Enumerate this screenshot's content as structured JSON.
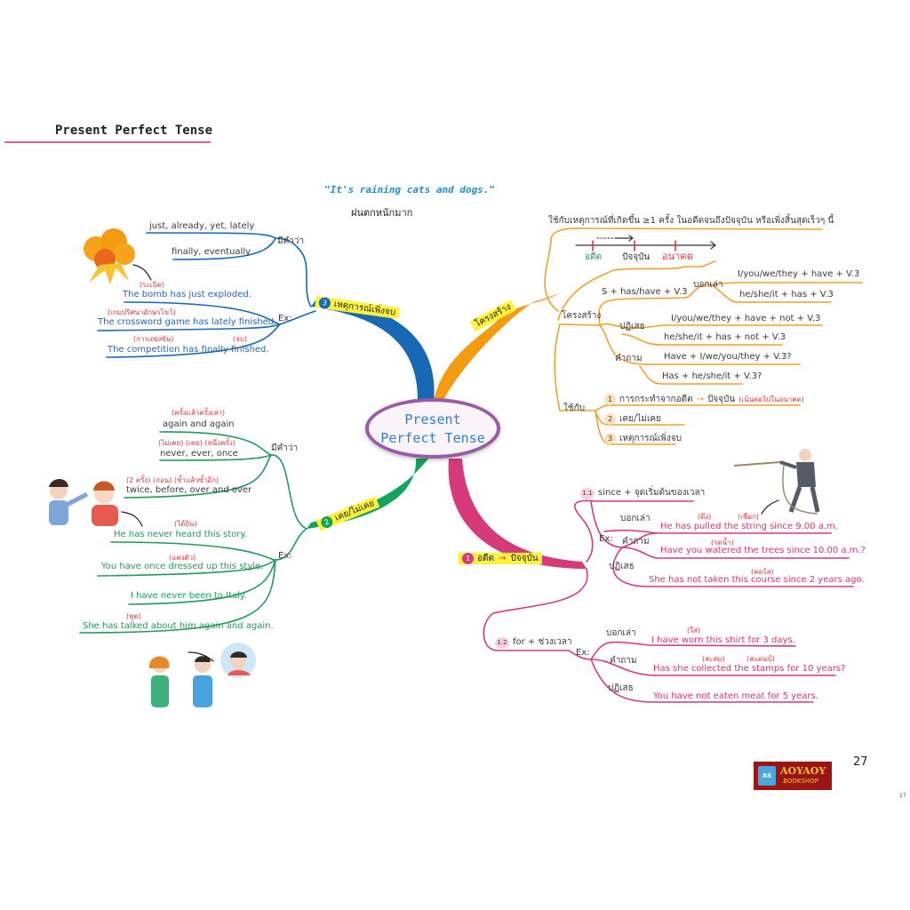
{
  "header": {
    "title": "Present Perfect Tense"
  },
  "quote": {
    "english": "\"It's raining cats and dogs.\"",
    "thai": "ฝนตกหนักมาก"
  },
  "center": {
    "line1": "Present",
    "line2": "Perfect Tense"
  },
  "colors": {
    "structure": "#f39c12",
    "recent": "#1768b5",
    "experience": "#15a35a",
    "past_to_present": "#d63a7a",
    "center_border": "#9b5aa8",
    "highlight": "#fff23a"
  },
  "structure": {
    "usage": "ใช้กับเหตุการณ์ที่เกิดขึ้น ≥1 ครั้ง ในอดีตจนถึงปัจจุบัน หรือเพิ่งสิ้นสุดเร็วๆ นี้",
    "timeline": {
      "past": "อดีต",
      "present": "ปัจจุบัน",
      "future": "อนาคต"
    },
    "label": "โครงสร้าง",
    "formula": "S + has/have + V.3",
    "affirmative": {
      "label": "บอกเล่า",
      "rows": [
        "I/you/we/they + have + V.3",
        "he/she/it + has + V.3"
      ]
    },
    "negative": {
      "label": "ปฏิเสธ",
      "rows": [
        "I/you/we/they + have + not + V.3",
        "he/she/it + has + not + V.3"
      ]
    },
    "question": {
      "label": "คำถาม",
      "rows": [
        "Have + I/we/you/they + V.3?",
        "Has + he/she/it + V.3?"
      ]
    },
    "uses": {
      "label": "ใช้กับ",
      "items": [
        {
          "num": "1",
          "text": "การกระทำจากอดีต",
          "arrow": "→",
          "target": "ปัจจุบัน",
          "note": "(เน้นต่อไปในอนาคต)"
        },
        {
          "num": "2",
          "text": "เคย/ไม่เคย"
        },
        {
          "num": "3",
          "text": "เหตุการณ์เพิ่งจบ"
        }
      ]
    },
    "branch_label": "โครงสร้าง"
  },
  "recent": {
    "num": "3",
    "label": "เหตุการณ์เพิ่งจบ",
    "keywords_label": "มีคำว่า",
    "keywords": [
      "just, already, yet, lately",
      "finally, eventually"
    ],
    "ex_label": "Ex:",
    "examples": [
      {
        "notes": [
          "(ระเบิด)"
        ],
        "text": "The bomb has just exploded."
      },
      {
        "notes": [
          "(เกมปริศนาอักษรไขว้)"
        ],
        "text": "The crossword game has lately finished."
      },
      {
        "notes": [
          "(การแข่งขัน)",
          "(จบ)"
        ],
        "text": "The competition has finally finished."
      }
    ]
  },
  "experience": {
    "num": "2",
    "label": "เคย/ไม่เคย",
    "keywords_label": "มีคำว่า",
    "keywords": [
      {
        "notes": [
          "(ครั้งแล้วครั้งเล่า)"
        ],
        "text": "again and again"
      },
      {
        "notes": [
          "(ไม่เคย) (เคย) (หนึ่งครั้ง)"
        ],
        "text": "never, ever, once"
      },
      {
        "notes": [
          "(2 ครั้ง) (ก่อน) (ซ้ำแล้วซ้ำอีก)"
        ],
        "text": "twice, before, over and over"
      }
    ],
    "ex_label": "Ex:",
    "examples": [
      {
        "notes": [
          "(ได้ยิน)"
        ],
        "text": "He has never heard this story."
      },
      {
        "notes": [
          "(แต่งตัว)"
        ],
        "text": "You have once dressed up this style."
      },
      {
        "notes": [],
        "text": "I have never been to Italy."
      },
      {
        "notes": [
          "(พูด)"
        ],
        "text": "She has talked about him again and again."
      }
    ]
  },
  "past_to_present": {
    "num": "1",
    "label_from": "อดีต",
    "arrow": "→",
    "label_to": "ปัจจุบัน",
    "since": {
      "num": "1.1",
      "text": "since + จุดเริ่มต้นของเวลา",
      "ex_label": "Ex:",
      "examples": [
        {
          "type": "บอกเล่า",
          "notes": [
            "(ดึง)",
            "(เชือก)"
          ],
          "text": "He has pulled the string since 9.00 a.m."
        },
        {
          "type": "คำถาม",
          "notes": [
            "(รดน้ำ)"
          ],
          "text": "Have you watered the trees since 10.00 a.m.?"
        },
        {
          "type": "ปฏิเสธ",
          "notes": [
            "(คอร์ส)"
          ],
          "text": "She has not taken this course since 2 years ago."
        }
      ]
    },
    "for": {
      "num": "1.2",
      "text": "for + ช่วงเวลา",
      "ex_label": "Ex:",
      "examples": [
        {
          "type": "บอกเล่า",
          "notes": [
            "(ใส่)"
          ],
          "text": "I have worn this shirt for 3 days."
        },
        {
          "type": "คำถาม",
          "notes": [
            "(สะสม)",
            "(สแตมป์)"
          ],
          "text": "Has she collected the stamps for 10 years?"
        },
        {
          "type": "ปฏิเสธ",
          "notes": [],
          "text": "You have not eaten meat for 5 years."
        }
      ]
    }
  },
  "footer": {
    "logo_badge": "AS",
    "logo_name": "AOYAOY",
    "logo_sub": ".BOOKSHOP",
    "page_number": "27",
    "page_number_small": "27"
  }
}
